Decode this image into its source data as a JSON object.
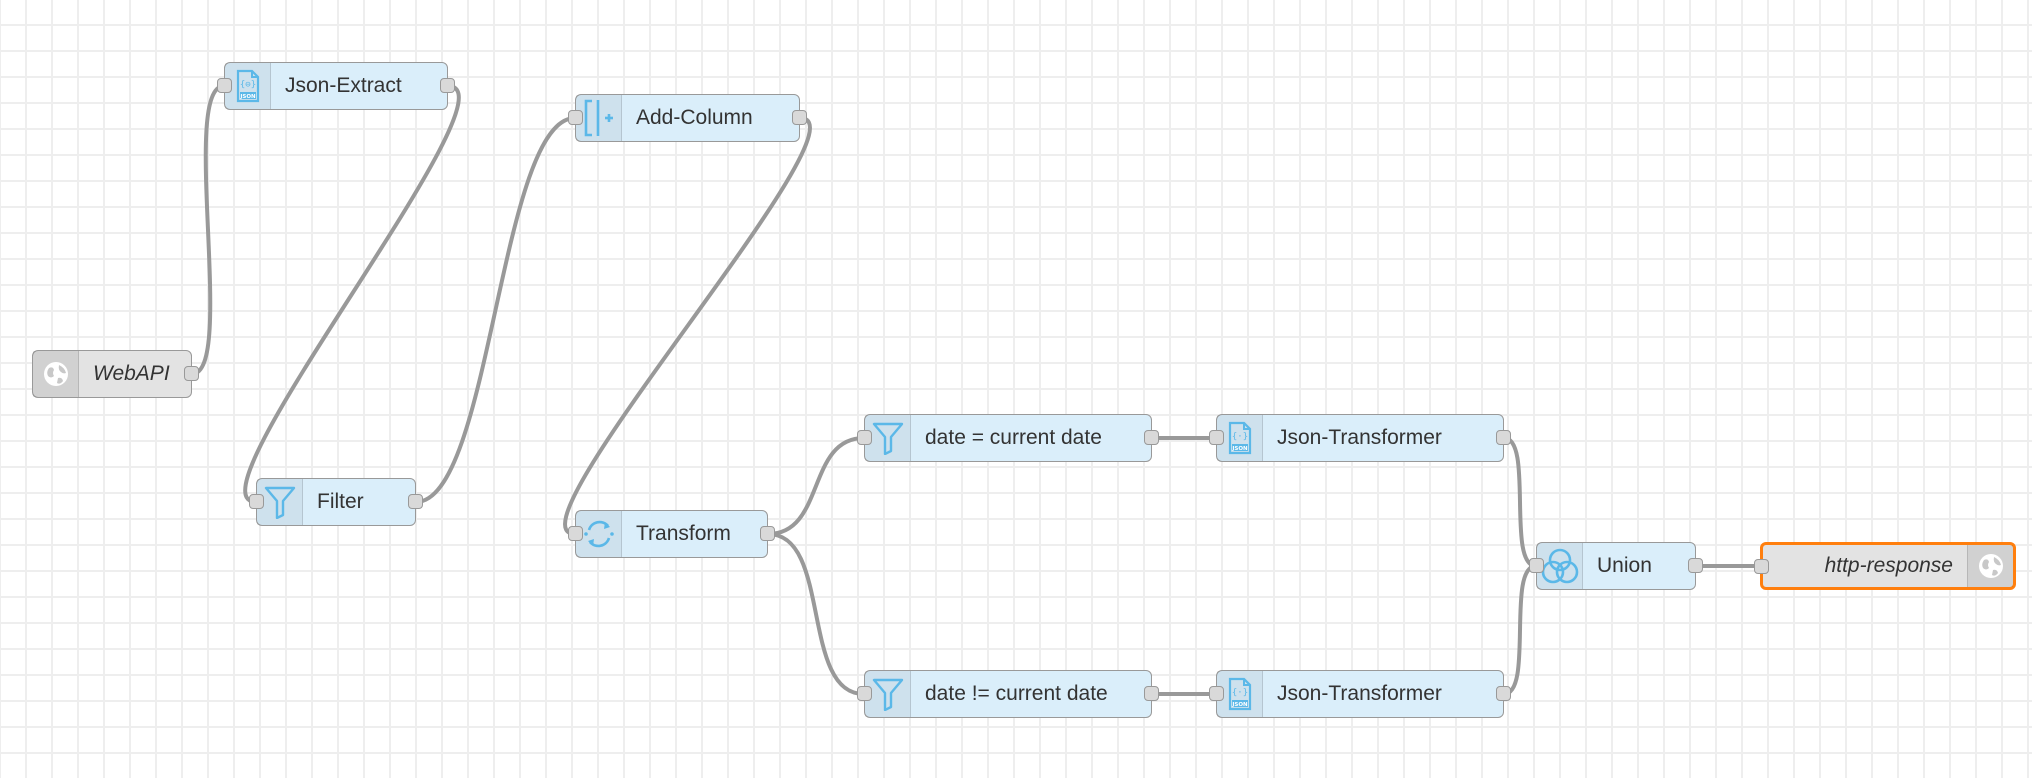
{
  "canvas": {
    "grid": true,
    "accent_color": "#daeefa",
    "selection_color": "#ff7f0e"
  },
  "nodes": {
    "webapi": {
      "label": "WebAPI",
      "icon": "globe-icon"
    },
    "json_extract": {
      "label": "Json-Extract",
      "icon": "json-file-icon"
    },
    "filter": {
      "label": "Filter",
      "icon": "funnel-icon"
    },
    "add_column": {
      "label": "Add-Column",
      "icon": "add-column-icon"
    },
    "transform": {
      "label": "Transform",
      "icon": "refresh-icon"
    },
    "filter_today": {
      "label": "date = current date",
      "icon": "funnel-icon"
    },
    "filter_not_today": {
      "label": "date != current date",
      "icon": "funnel-icon"
    },
    "json_transformer_1": {
      "label": "Json-Transformer",
      "icon": "json-file-icon"
    },
    "json_transformer_2": {
      "label": "Json-Transformer",
      "icon": "json-file-icon"
    },
    "union": {
      "label": "Union",
      "icon": "venn-circles-icon"
    },
    "http_response": {
      "label": "http-response",
      "icon": "globe-icon"
    }
  },
  "connections": [
    {
      "from": "webapi",
      "to": "json_extract"
    },
    {
      "from": "json_extract",
      "to": "filter"
    },
    {
      "from": "filter",
      "to": "add_column"
    },
    {
      "from": "add_column",
      "to": "transform"
    },
    {
      "from": "transform",
      "to": "filter_today"
    },
    {
      "from": "transform",
      "to": "filter_not_today"
    },
    {
      "from": "filter_today",
      "to": "json_transformer_1"
    },
    {
      "from": "filter_not_today",
      "to": "json_transformer_2"
    },
    {
      "from": "json_transformer_1",
      "to": "union"
    },
    {
      "from": "json_transformer_2",
      "to": "union"
    },
    {
      "from": "union",
      "to": "http_response"
    }
  ]
}
